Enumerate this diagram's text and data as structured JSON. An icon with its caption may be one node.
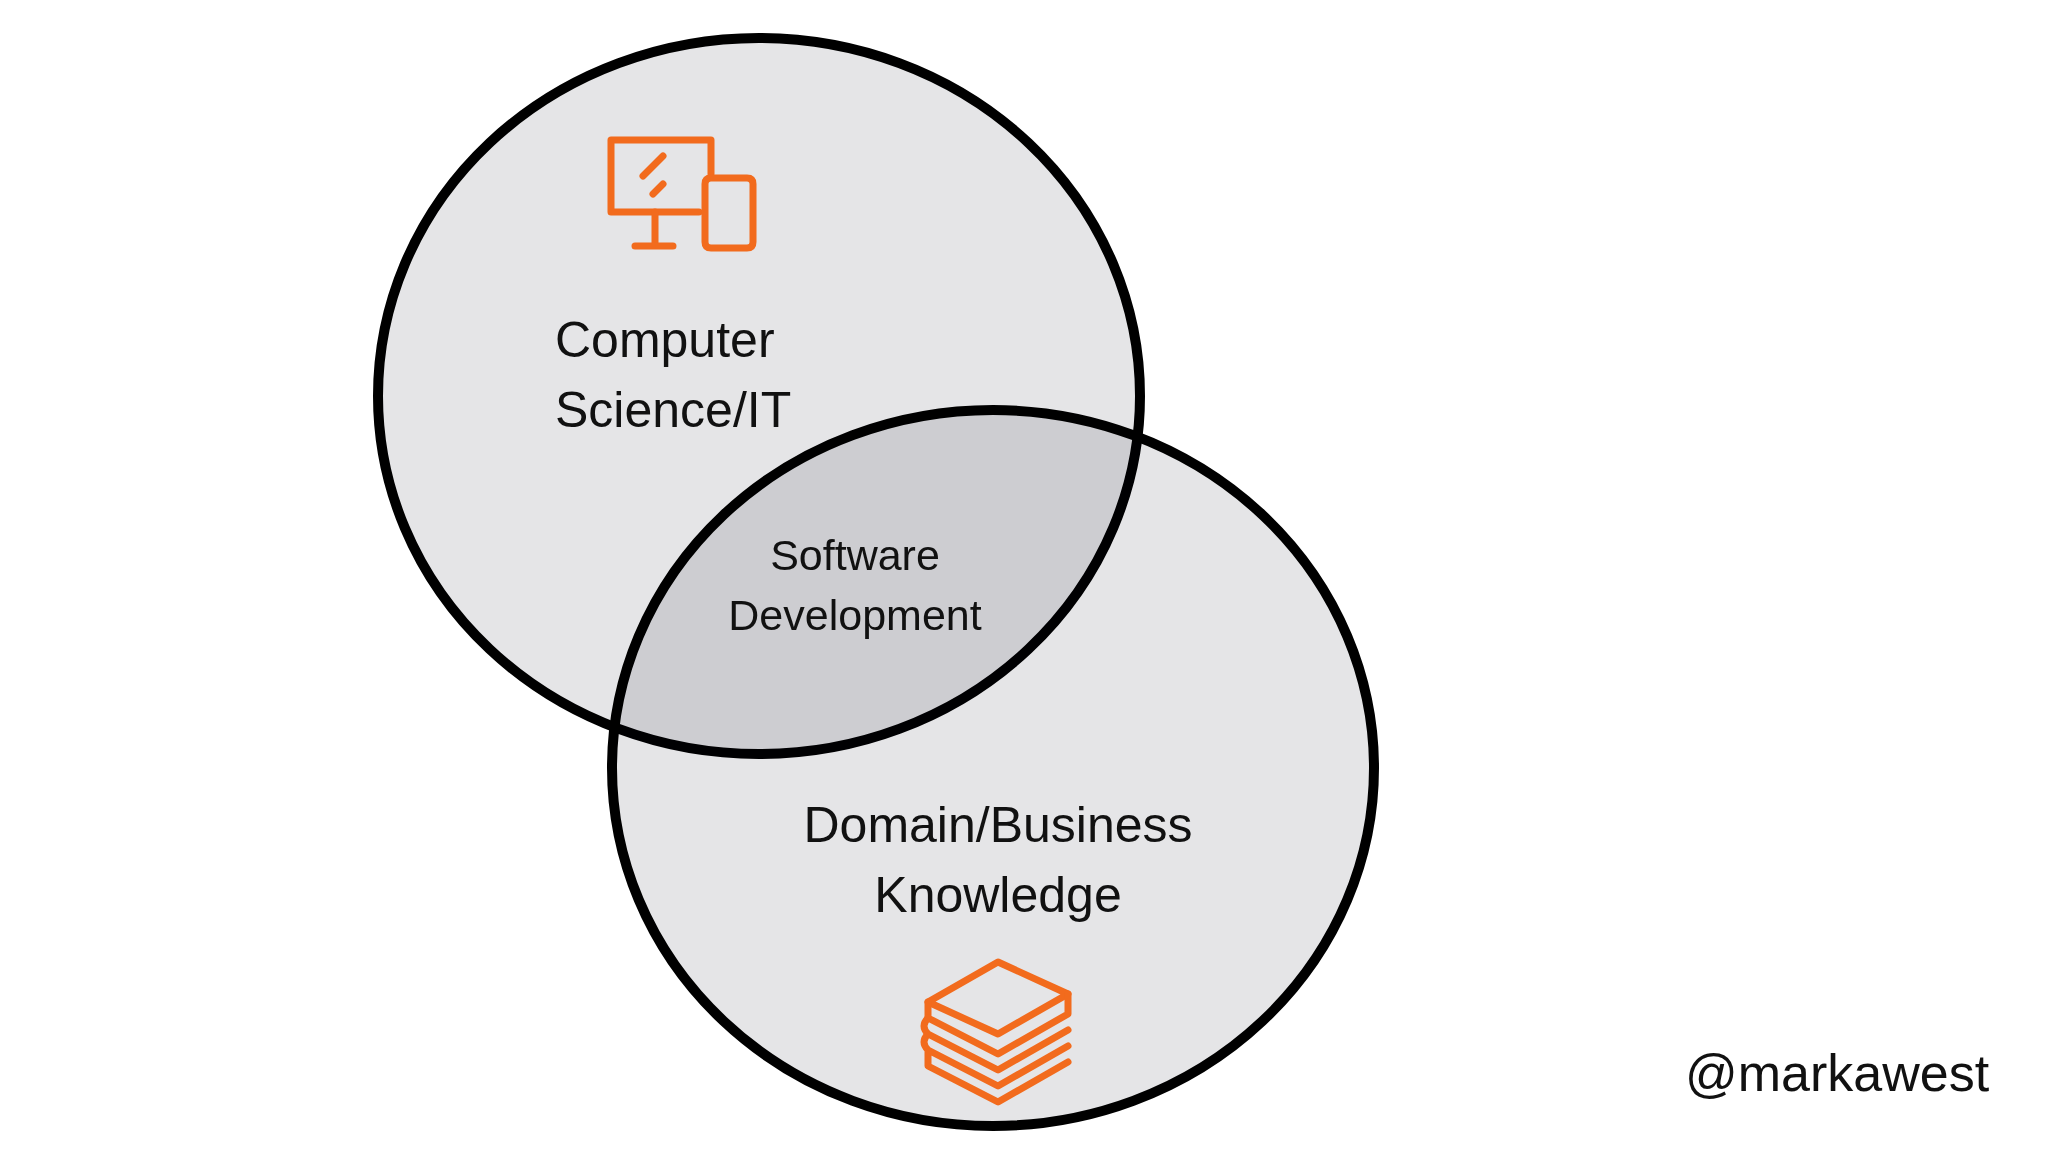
{
  "diagram": {
    "nodes": [
      {
        "text": [
          "Computer Science/IT"
        ]
      },
      {
        "text": [
          "Domain/Business Knowledge"
        ]
      },
      {
        "text": [
          "Software Development"
        ]
      }
    ],
    "labels": [
      "@markawest"
    ]
  }
}
